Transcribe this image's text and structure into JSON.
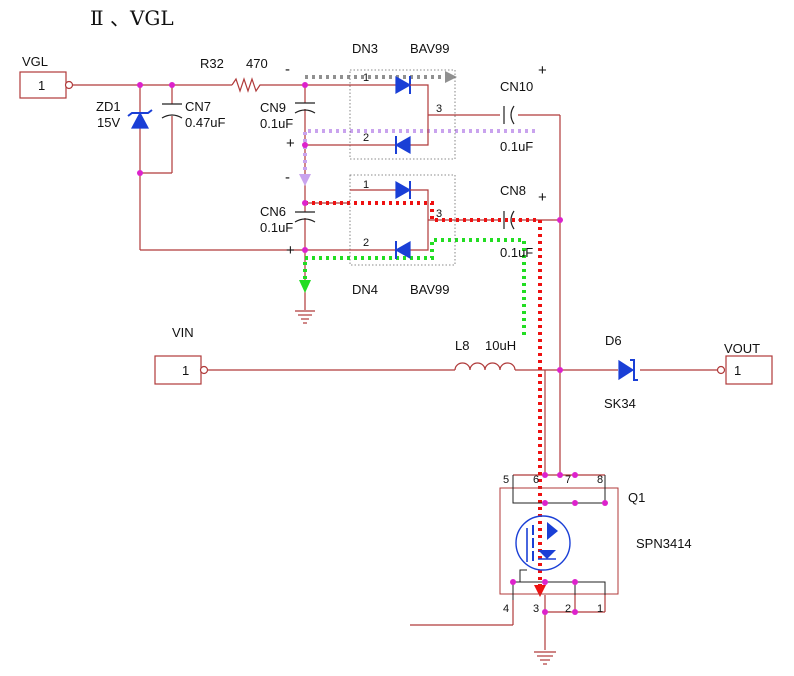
{
  "title": "Ⅱ 、VGL",
  "connectors": {
    "vgl": {
      "name": "VGL",
      "pin": "1"
    },
    "vin": {
      "name": "VIN",
      "pin": "1"
    },
    "vout": {
      "name": "VOUT",
      "pin": "1"
    }
  },
  "components": {
    "r32": {
      "ref": "R32",
      "value": "470"
    },
    "zd1": {
      "ref": "ZD1",
      "value": "15V"
    },
    "cn7": {
      "ref": "CN7",
      "value": "0.47uF"
    },
    "cn9": {
      "ref": "CN9",
      "value": "0.1uF"
    },
    "cn6": {
      "ref": "CN6",
      "value": "0.1uF"
    },
    "cn10": {
      "ref": "CN10",
      "value": "0.1uF"
    },
    "cn8": {
      "ref": "CN8",
      "value": "0.1uF"
    },
    "dn3": {
      "ref": "DN3",
      "part": "BAV99",
      "pin1": "1",
      "pin2": "2",
      "pin3": "3"
    },
    "dn4": {
      "ref": "DN4",
      "part": "BAV99",
      "pin1": "1",
      "pin2": "2",
      "pin3": "3"
    },
    "l8": {
      "ref": "L8",
      "value": "10uH"
    },
    "d6": {
      "ref": "D6",
      "part": "SK34"
    },
    "q1": {
      "ref": "Q1",
      "part": "SPN3414",
      "pins": [
        "5",
        "6",
        "7",
        "8",
        "4",
        "3",
        "2",
        "1"
      ]
    }
  },
  "polarity": {
    "minus": "-",
    "plus": "+"
  },
  "colors": {
    "wire": "#b03a3a",
    "junction": "#dd22cc",
    "diode": "#1a3fd6",
    "path_gray": "#909090",
    "path_lavender": "#c9a3ee",
    "path_red": "#ee1111",
    "path_green": "#22dd22"
  }
}
